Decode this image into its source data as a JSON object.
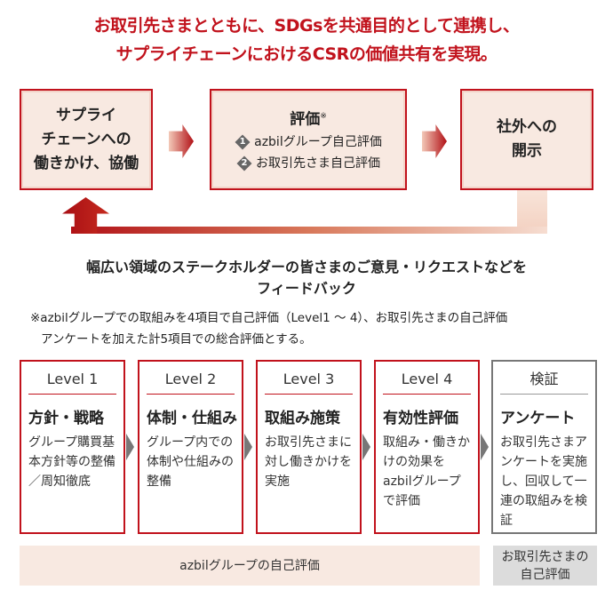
{
  "title": {
    "line1": "お取引先さまとともに、SDGsを共通目的として連携し、",
    "line2": "サプライチェーンにおけるCSRの価値共有を実現。"
  },
  "flow": {
    "box1": [
      "サプライ",
      "チェーンへの",
      "働きかけ、協働"
    ],
    "box2": {
      "heading": "評価",
      "mark": "※",
      "items": [
        {
          "num": "1",
          "label": "azbilグループ自己評価"
        },
        {
          "num": "2",
          "label": "お取引先さま自己評価"
        }
      ]
    },
    "box3": [
      "社外への",
      "開示"
    ]
  },
  "feedback": {
    "line1": "幅広い領域のステークホルダーの皆さまのご意見・リクエストなどを",
    "line2": "フィードバック"
  },
  "note": {
    "line1": "※azbilグループでの取組みを4項目で自己評価（Level1 ～ 4）、お取引先さまの自己評価",
    "line2": "アンケートを加えた計5項目での総合評価とする。"
  },
  "levels": [
    {
      "header": "Level 1",
      "title": "方針・戦略",
      "body": "グループ購買基本方針等の整備／周知徹底"
    },
    {
      "header": "Level 2",
      "title": "体制・仕組み",
      "body": "グループ内での体制や仕組みの整備"
    },
    {
      "header": "Level 3",
      "title": "取組み施策",
      "body": "お取引先さまに対し働きかけを実施"
    },
    {
      "header": "Level 4",
      "title": "有効性評価",
      "body": "取組み・働きかけの効果をazbilグループで評価"
    },
    {
      "header": "検証",
      "title": "アンケート",
      "body": "お取引先さまアンケートを実施し、回収して一連の取組みを検証"
    }
  ],
  "bottom": {
    "left": "azbilグループの自己評価",
    "right1": "お取引先さまの",
    "right2": "自己評価"
  }
}
